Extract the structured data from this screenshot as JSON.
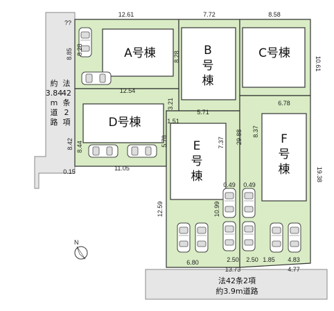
{
  "lots": {
    "A": "A号棟",
    "B": [
      "B",
      "号",
      "棟"
    ],
    "C": "C号棟",
    "D": "D号棟",
    "E": [
      "E",
      "号",
      "棟"
    ],
    "F": [
      "F",
      "号",
      "棟"
    ]
  },
  "roads": {
    "west_vertical": [
      "法",
      "42",
      "条",
      "2",
      "項"
    ],
    "west_width": [
      "約",
      "3.84",
      "m",
      "道",
      "路"
    ],
    "south_line1": "法42条2項",
    "south_line2": "約3.9m道路"
  },
  "compass": {
    "north_label": "N"
  },
  "dimensions": {
    "a_top": "12.61",
    "b_top": "7.72",
    "c_top": "8.58",
    "a_left": "8.85",
    "a_left_inner": "8.28",
    "ab_between": "8.28",
    "c_right": "10.61",
    "ad_between": "12.54",
    "be_vertical": "3.21",
    "e_top": "5.71",
    "f_top": "6.78",
    "corner_note": "??",
    "e_inner_1": "1.51",
    "e_inner_2": "7.37",
    "e_left": "5.78",
    "d_left": "8.42",
    "d_left_inner": "8.44",
    "d_bottom": "11.05",
    "d_bottom_small": "0.15",
    "ef_between": "29.88",
    "f_inner": "8.37",
    "f_right": "19.38",
    "e_left_long": "12.59",
    "small_1": "0.49",
    "small_2": "0.49",
    "e_drive": "10.99",
    "e_bottom": "6.80",
    "p1": "2.50",
    "p2": "2.50",
    "p3": "1.85",
    "f_bottom": "4.83",
    "total_bottom": "13.73",
    "f_bottom_total": "4.77"
  }
}
